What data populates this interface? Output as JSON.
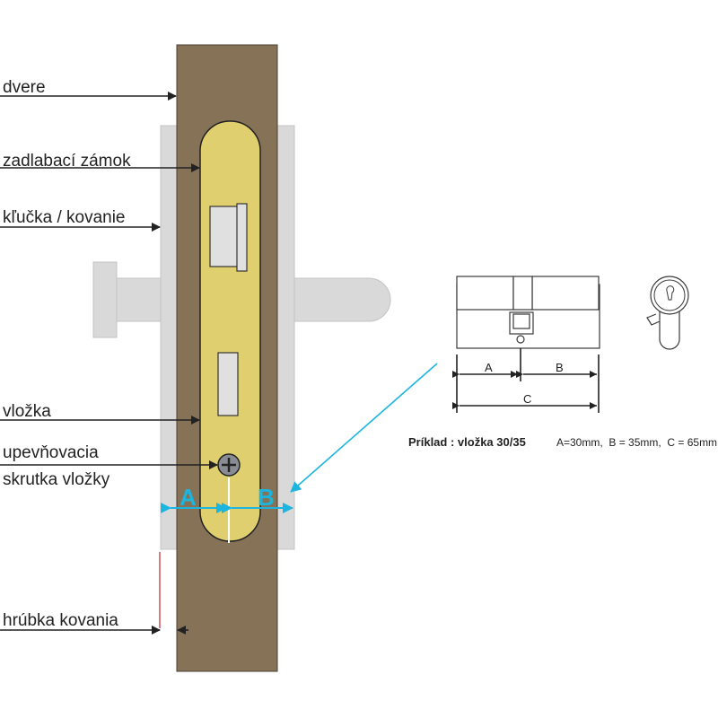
{
  "labels": {
    "door": "dvere",
    "mortise_lock": "zadlabací zámok",
    "handle": "kľučka / kovanie",
    "cylinder": "vložka",
    "screw_line1": "upevňovacia",
    "screw_line2": "skrutka vložky",
    "fitting_thickness": "hrúbka kovania"
  },
  "dimension_labels": {
    "a": "A",
    "b": "B",
    "c": "C"
  },
  "example": {
    "title": "Príklad : vložka 30/35",
    "values": "A=30mm,  B = 35mm,  C = 65mm"
  },
  "colors": {
    "door": "#857257",
    "faceplate": "#E0CF6E",
    "fitting": "#D9D9D9",
    "accent": "#1CB5E0",
    "thickness_marker": "#C0272D"
  }
}
